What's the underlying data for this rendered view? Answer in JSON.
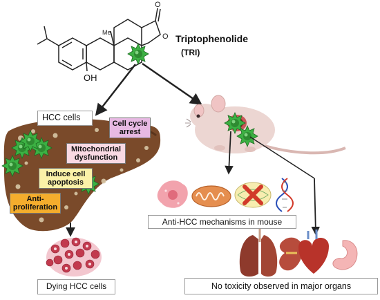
{
  "compound": {
    "name": "Triptophenolide",
    "abbr": "(TRI)",
    "hydroxyl": "OH",
    "methyl": "Me",
    "carbonyl": "O",
    "ring_oxygen": "O"
  },
  "liver_panel": {
    "title": "HCC cells",
    "effects": [
      "Cell cycle arrest",
      "Mitochondrial dysfunction",
      "Induce cell apoptosis",
      "Anti-proliferation"
    ],
    "effect_colors": [
      "#e7b9e3",
      "#f9d9e3",
      "#fbf2a8",
      "#f4ad2d"
    ],
    "result": "Dying HCC cells"
  },
  "mouse_panel": {
    "mechanisms_label": "Anti-HCC mechanisms in mouse",
    "organs_label": "No toxicity observed in major organs"
  },
  "colors": {
    "liver": "#7a4a2a",
    "drug_green": "#2f9e33",
    "arrow": "#222222",
    "mouse": "#e9d2cf"
  },
  "icons": [
    "virus-like-drug-particle",
    "liver",
    "mouse",
    "tumor-cell",
    "mitochondrion",
    "mitotic-spindle-cross",
    "dna-helix",
    "lung",
    "kidney",
    "heart",
    "stomach",
    "dying-cell-cluster"
  ]
}
